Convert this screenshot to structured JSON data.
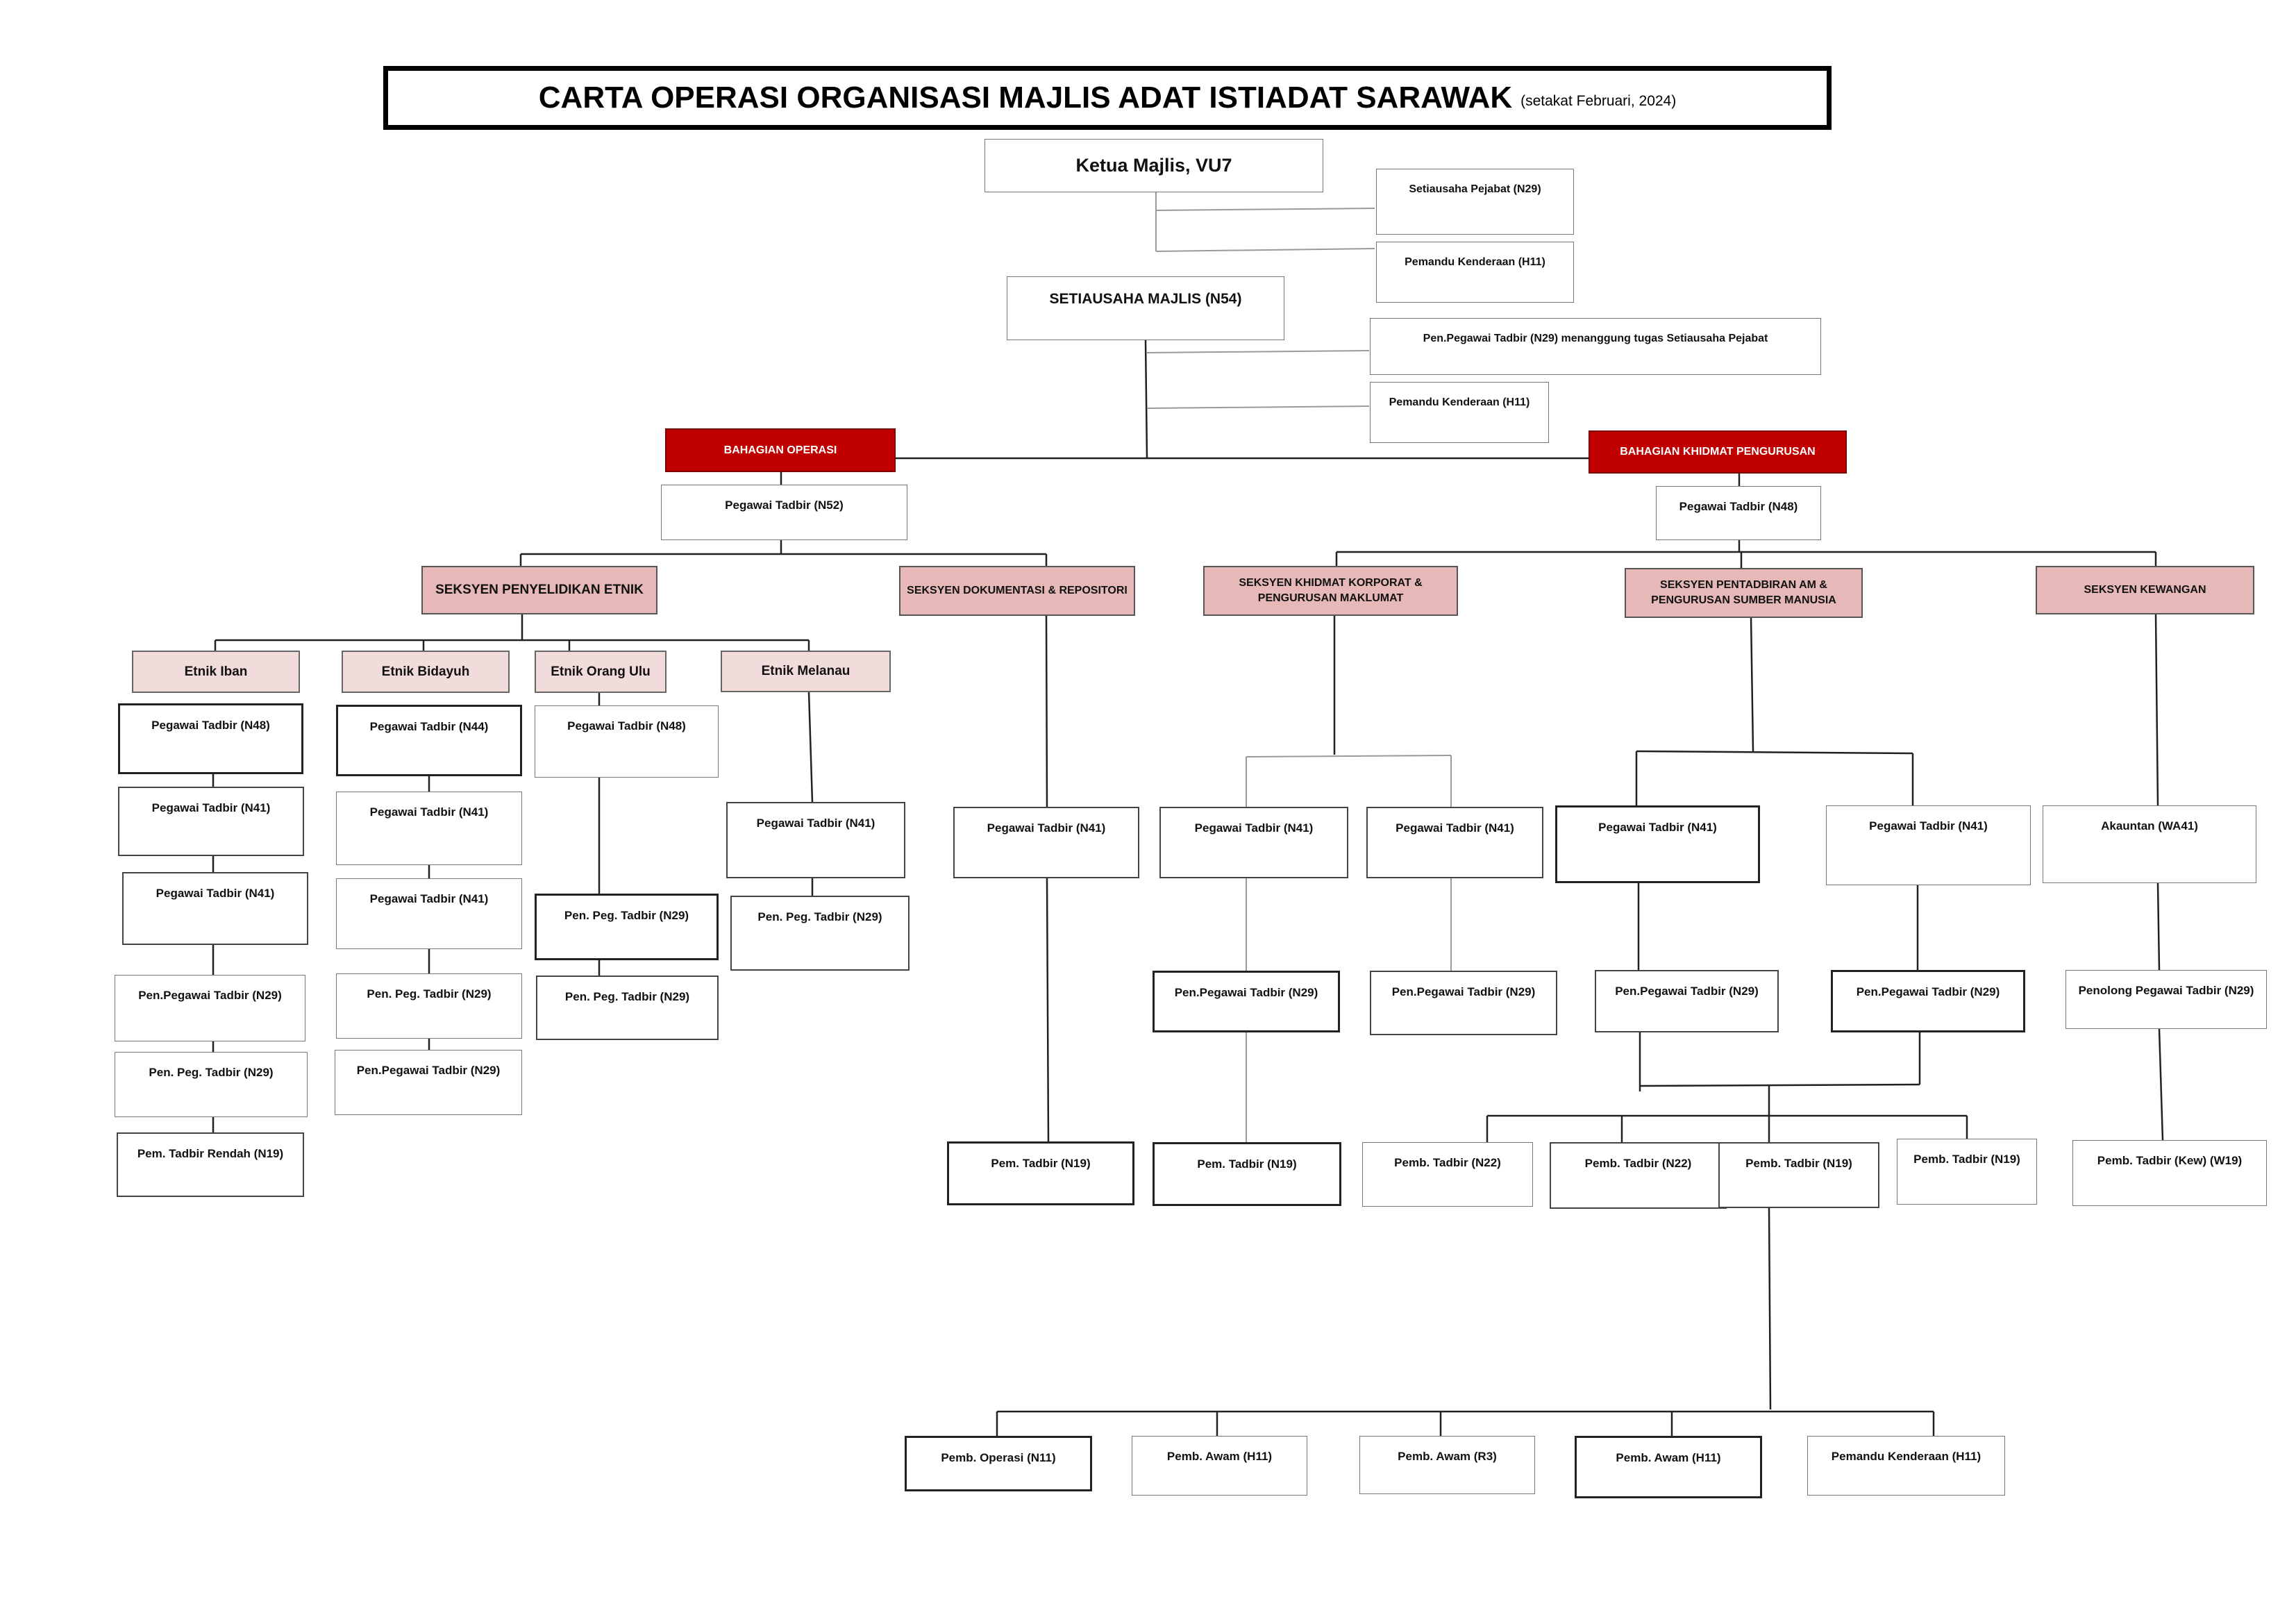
{
  "title": {
    "main": "CARTA OPERASI ORGANISASI MAJLIS ADAT ISTIADAT SARAWAK",
    "note": "(setakat  Februari, 2024)"
  },
  "nodes": {
    "ketua": "Ketua Majlis, VU7",
    "setiausaha_pejabat": "Setiausaha Pejabat (N29)",
    "pemandu_ketua": "Pemandu Kenderaan  (H11)",
    "setiausaha_majlis": "SETIAUSAHA MAJLIS (N54)",
    "pen_pegawai_setiausaha": "Pen.Pegawai Tadbir (N29) menanggung tugas Setiausaha Pejabat",
    "pemandu_setiausaha": "Pemandu Kenderaan  (H11)",
    "bahagian_operasi": "BAHAGIAN OPERASI",
    "bahagian_khidmat": "BAHAGIAN KHIDMAT PENGURUSAN",
    "operasi_pt_n52": "Pegawai Tadbir (N52)",
    "khidmat_pt_n48": "Pegawai Tadbir (N48)",
    "seksyen_penyelidikan": "SEKSYEN PENYELIDIKAN ETNIK",
    "seksyen_dokumentasi": "SEKSYEN DOKUMENTASI & REPOSITORI",
    "seksyen_korporat": "SEKSYEN KHIDMAT KORPORAT & PENGURUSAN MAKLUMAT",
    "seksyen_pentadbiran": "SEKSYEN PENTADBIRAN AM & PENGURUSAN SUMBER MANUSIA",
    "seksyen_kewangan": "SEKSYEN KEWANGAN",
    "etnik_iban": "Etnik Iban",
    "etnik_bidayuh": "Etnik Bidayuh",
    "etnik_orang_ulu": "Etnik Orang Ulu",
    "etnik_melanau": "Etnik Melanau",
    "iban_1": "Pegawai Tadbir (N48)",
    "iban_2": "Pegawai Tadbir (N41)",
    "iban_3": "Pegawai Tadbir (N41)",
    "iban_4": "Pen.Pegawai Tadbir (N29)",
    "iban_5": "Pen. Peg.  Tadbir  (N29)",
    "iban_6": "Pem. Tadbir Rendah  (N19)",
    "bid_1": "Pegawai Tadbir (N44)",
    "bid_2": "Pegawai Tadbir (N41)",
    "bid_3": "Pegawai Tadbir (N41)",
    "bid_4": "Pen. Peg.  Tadbir  (N29)",
    "bid_5": "Pen.Pegawai Tadbir (N29)",
    "ulu_1": "Pegawai Tadbir (N48)",
    "ulu_2": "Pen. Peg.  Tadbir  (N29)",
    "ulu_3": "Pen. Peg. Tadbir (N29)",
    "mel_1": "Pegawai Tadbir (N41)",
    "mel_2": "Pen. Peg. Tadbir (N29)",
    "dok_1": "Pegawai Tadbir (N41)",
    "dok_2": "Pem. Tadbir (N19)",
    "kor_a1": "Pegawai Tadbir (N41)",
    "kor_a2": "Pen.Pegawai Tadbir (N29)",
    "kor_a3": "Pem. Tadbir (N19)",
    "kor_b1": "Pegawai Tadbir (N41)",
    "kor_b2": "Pen.Pegawai Tadbir (N29)",
    "pen_a1": "Pegawai Tadbir (N41)",
    "pen_a2": "Pen.Pegawai Tadbir (N29)",
    "pen_b1": "Pegawai Tadbir (N41)",
    "pen_b2": "Pen.Pegawai Tadbir (N29)",
    "pen_c1": "Pemb.  Tadbir (N22)",
    "pen_c2": "Pemb.  Tadbir (N22)",
    "pen_c3": "Pemb.  Tadbir  (N19)",
    "pen_c4": "Pemb.  Tadbir  (N19)",
    "kew_1": "Akauntan (WA41)",
    "kew_2": "Penolong Pegawai Tadbir (N29)",
    "kew_3": "Pemb.  Tadbir (Kew) (W19)",
    "bot_1": "Pemb. Operasi (N11)",
    "bot_2": "Pemb. Awam (H11)",
    "bot_3": "Pemb. Awam (R3)",
    "bot_4": "Pemb. Awam (H11)",
    "bot_5": "Pemandu Kenderaan  (H11)"
  },
  "colors": {
    "red": "#c00000",
    "pink": "#e6b8b7",
    "light_pink": "#f2dcdb"
  }
}
